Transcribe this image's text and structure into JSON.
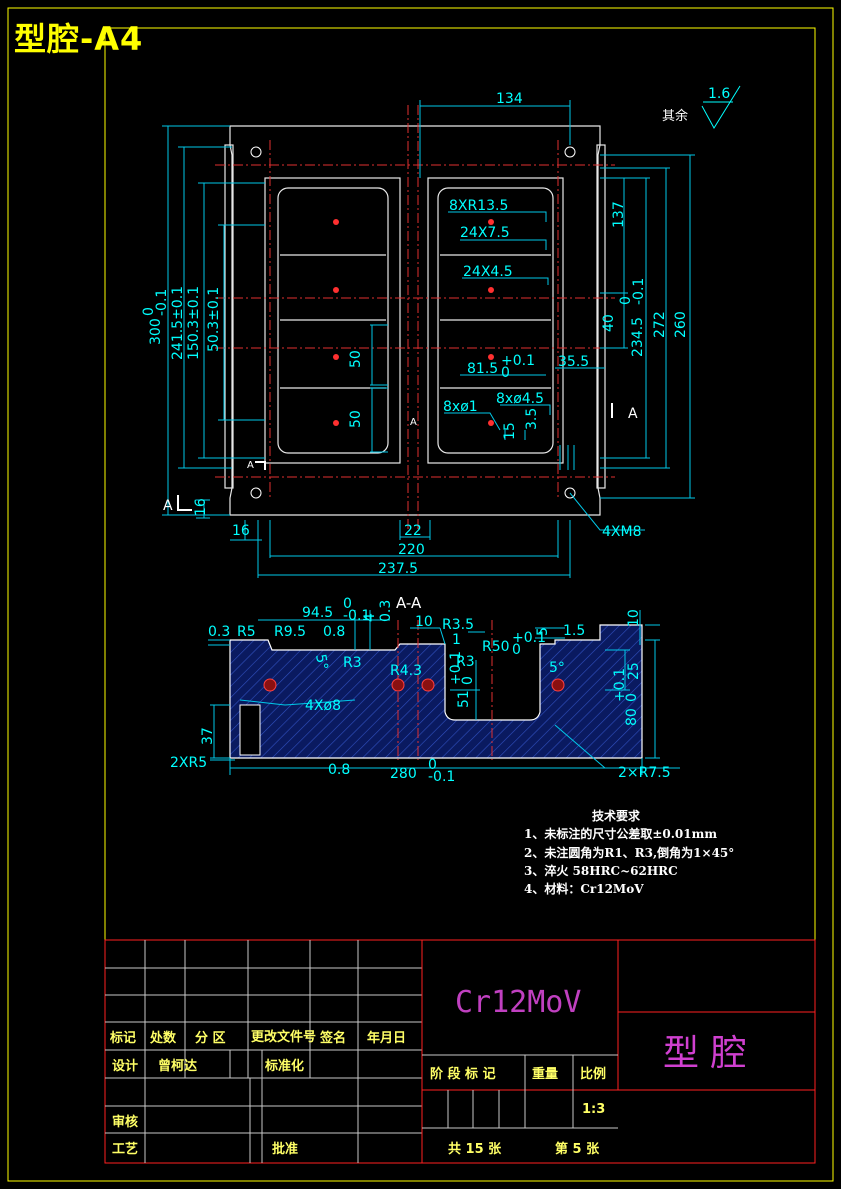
{
  "sheet_title": "型腔-A4",
  "surface_finish": {
    "label": "其余",
    "value": "1.6"
  },
  "section_label": "A-A",
  "top_view_dims": {
    "d134": "134",
    "d137": "137",
    "d40": "40",
    "d234": "234.5",
    "d234_tol": "0",
    "d234_tol2": "-0.1",
    "d272": "272",
    "d260": "260",
    "d300": "300",
    "d300_tol": "0",
    "d300_tol2": "-0.1",
    "d241": "241.5±0.1",
    "d150": "150.3±0.1",
    "d50_3": "50.3±0.1",
    "d50a": "50",
    "d50b": "50",
    "r8": "8XR13.5",
    "r24a": "24X7.5",
    "r24b": "24X4.5",
    "d81": "81.5",
    "d81_tol": "+0.1",
    "d81_tol2": "0",
    "d35": "35.5",
    "d8x1": "8xø1",
    "d8x4": "8xø4.5",
    "d15": "15",
    "d3_5": "3.5",
    "d16a": "16",
    "d16b": "16",
    "d22": "22",
    "d220": "220",
    "d237": "237.5",
    "m8": "4XM8",
    "sec_a1": "A",
    "sec_a2": "A",
    "sec_a3": "A",
    "sec_a4": "A"
  },
  "section_dims": {
    "d94": "94.5",
    "d94_tol": "0",
    "d94_tol2": "-0.1",
    "d0_3a": "0.3",
    "d0_3b": "0.3",
    "d4": "4",
    "r5": "R5",
    "r9": "R9.5",
    "d0_8": "0.8",
    "r3a": "R3",
    "d10a": "10",
    "r3_5": "R3.5",
    "d1": "1",
    "r4_3": "R4.3",
    "r3b": "R3",
    "r50": "R50",
    "r50_tol": "+0.1",
    "r50_tol2": "0",
    "d5": "5",
    "d1_5": "1.5",
    "d10b": "10",
    "d25": "25",
    "d5deg": "5°",
    "d5deg2": "5°",
    "d80": "80",
    "d80_tol": "+0.1",
    "d80_tol2": "0",
    "d51": "51",
    "d51_tol": "+0.1",
    "d51_tol2": "0",
    "d4x8": "4Xø8",
    "d37": "37",
    "r2x5": "2XR5",
    "d280": "280",
    "d280_tol": "0",
    "d280_tol2": "-0.1",
    "r2x7": "2×R7.5",
    "small_finish": "0.8"
  },
  "tech_notes": {
    "title": "技术要求",
    "items": [
      "1、未标注的尺寸公差取±0.01mm",
      "2、未注圆角为R1、R3,倒角为1×45°",
      "3、淬火  58HRC~62HRC",
      "4、材料：Cr12MoV"
    ]
  },
  "title_block": {
    "material": "Cr12MoV",
    "part_name": "型  腔",
    "mark": "标记",
    "count": "处数",
    "zone": "分  区",
    "change_doc": "更改文件号",
    "signature": "签名",
    "date": "年月日",
    "design": "设计",
    "designer": "曾柯达",
    "standardize": "标准化",
    "stage_mark": "阶 段 标 记",
    "weight": "重量",
    "scale_label": "比例",
    "scale": "1:3",
    "review": "审核",
    "process": "工艺",
    "approve": "批准",
    "total_sheets": "共 15 张",
    "sheet_no": "第 5 张"
  },
  "colors": {
    "frame": "#ffff00",
    "dimension": "#00ffff",
    "outline": "#ffffff",
    "centerline": "#e03030",
    "hatch": "#2040a0",
    "material_text": "#c040c0"
  }
}
